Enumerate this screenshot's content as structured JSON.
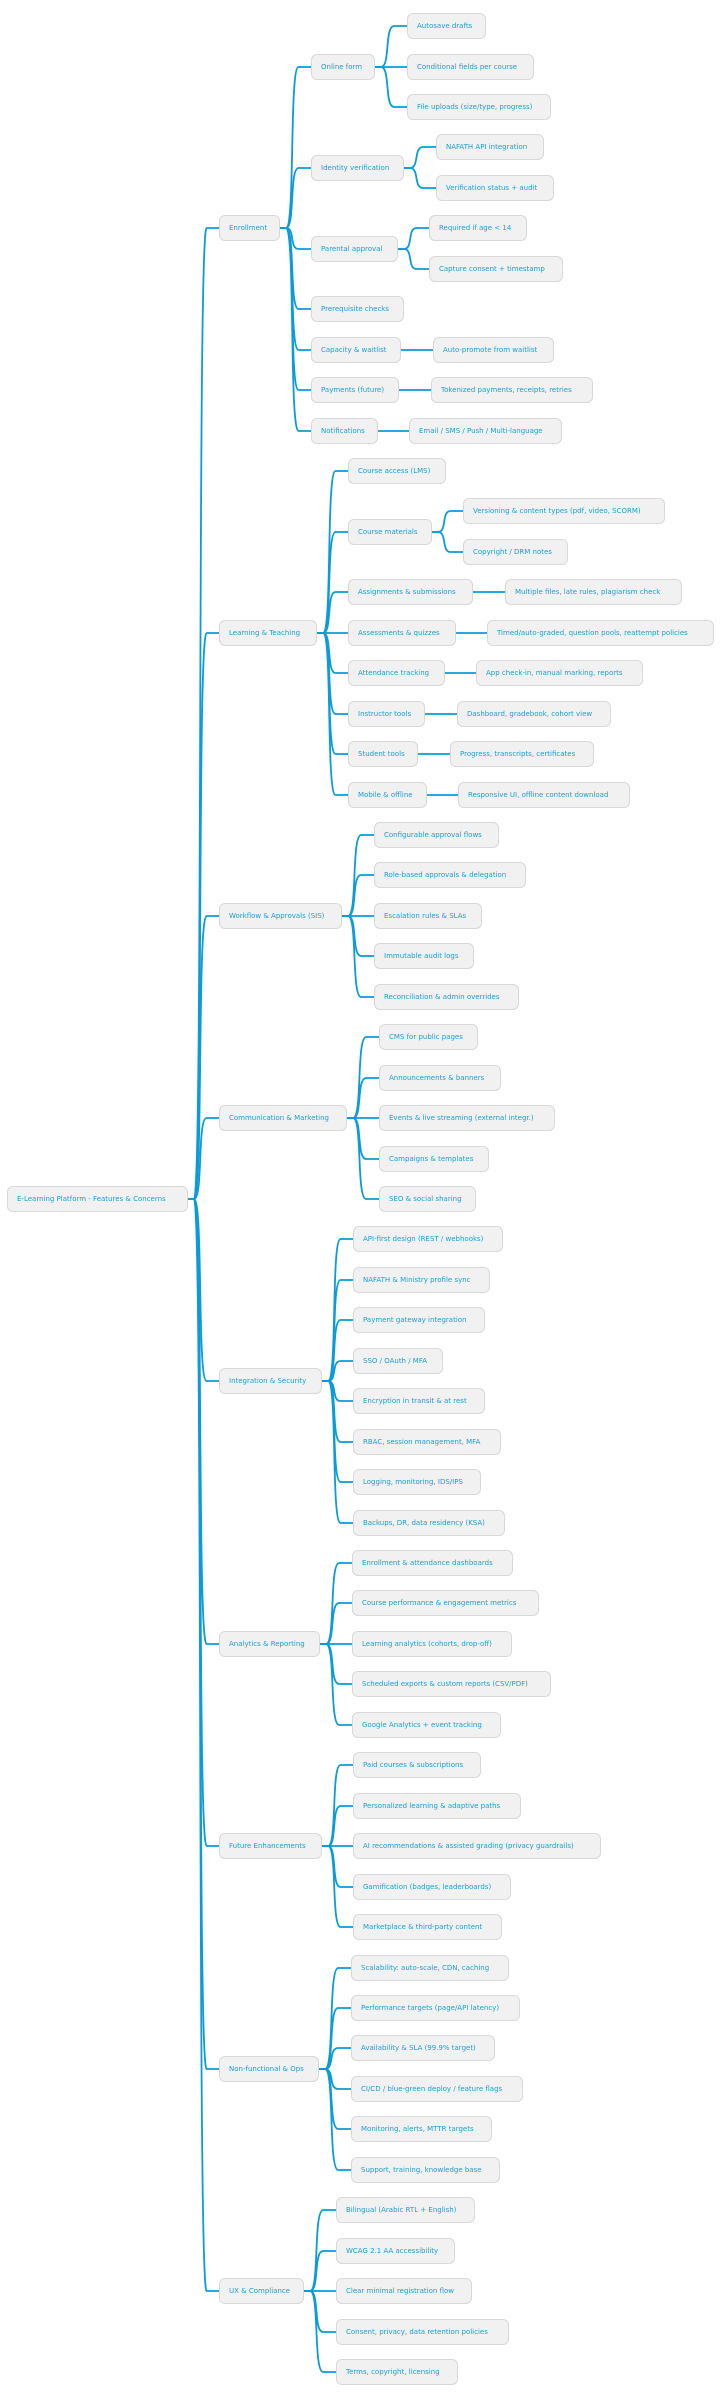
{
  "colors": {
    "link": "#0a9bd8",
    "text": "#1aa0d8",
    "node_bg": "#f1f1f1",
    "node_border": "#d8d8d8"
  },
  "tree": {
    "label": "E-Learning Platform - Features & Concerns",
    "children": [
      {
        "label": "Enrollment",
        "children": [
          {
            "label": "Online form",
            "children": [
              {
                "label": "Autosave drafts"
              },
              {
                "label": "Conditional fields per course"
              },
              {
                "label": "File uploads (size/type, progress)"
              }
            ]
          },
          {
            "label": "Identity verification",
            "children": [
              {
                "label": "NAFATH API integration"
              },
              {
                "label": "Verification status + audit"
              }
            ]
          },
          {
            "label": "Parental approval",
            "children": [
              {
                "label": "Required if age < 14"
              },
              {
                "label": "Capture consent + timestamp"
              }
            ]
          },
          {
            "label": "Prerequisite checks"
          },
          {
            "label": "Capacity & waitlist",
            "children": [
              {
                "label": "Auto-promote from waitlist"
              }
            ]
          },
          {
            "label": "Payments (future)",
            "children": [
              {
                "label": "Tokenized payments, receipts, retries"
              }
            ]
          },
          {
            "label": "Notifications",
            "children": [
              {
                "label": "Email / SMS / Push / Multi-language"
              }
            ]
          }
        ]
      },
      {
        "label": "Learning & Teaching",
        "children": [
          {
            "label": "Course access (LMS)"
          },
          {
            "label": "Course materials",
            "children": [
              {
                "label": "Versioning & content types (pdf, video, SCORM)"
              },
              {
                "label": "Copyright / DRM notes"
              }
            ]
          },
          {
            "label": "Assignments & submissions",
            "children": [
              {
                "label": "Multiple files, late rules, plagiarism check"
              }
            ]
          },
          {
            "label": "Assessments & quizzes",
            "children": [
              {
                "label": "Timed/auto-graded, question pools, reattempt policies"
              }
            ]
          },
          {
            "label": "Attendance tracking",
            "children": [
              {
                "label": "App check-in, manual marking, reports"
              }
            ]
          },
          {
            "label": "Instructor tools",
            "children": [
              {
                "label": "Dashboard, gradebook, cohort view"
              }
            ]
          },
          {
            "label": "Student tools",
            "children": [
              {
                "label": "Progress, transcripts, certificates"
              }
            ]
          },
          {
            "label": "Mobile & offline",
            "children": [
              {
                "label": "Responsive UI, offline content download"
              }
            ]
          }
        ]
      },
      {
        "label": "Workflow & Approvals (SIS)",
        "children": [
          {
            "label": "Configurable approval flows"
          },
          {
            "label": "Role-based approvals & delegation"
          },
          {
            "label": "Escalation rules & SLAs"
          },
          {
            "label": "Immutable audit logs"
          },
          {
            "label": "Reconciliation & admin overrides"
          }
        ]
      },
      {
        "label": "Communication & Marketing",
        "children": [
          {
            "label": "CMS for public pages"
          },
          {
            "label": "Announcements & banners"
          },
          {
            "label": "Events & live streaming (external integr.)"
          },
          {
            "label": "Campaigns & templates"
          },
          {
            "label": "SEO & social sharing"
          }
        ]
      },
      {
        "label": "Integration & Security",
        "children": [
          {
            "label": "API-first design (REST / webhooks)"
          },
          {
            "label": "NAFATH & Ministry profile sync"
          },
          {
            "label": "Payment gateway integration"
          },
          {
            "label": "SSO / OAuth / MFA"
          },
          {
            "label": "Encryption in transit & at rest"
          },
          {
            "label": "RBAC, session management, MFA"
          },
          {
            "label": "Logging, monitoring, IDS/IPS"
          },
          {
            "label": "Backups, DR, data residency (KSA)"
          }
        ]
      },
      {
        "label": "Analytics & Reporting",
        "children": [
          {
            "label": "Enrollment & attendance dashboards"
          },
          {
            "label": "Course performance & engagement metrics"
          },
          {
            "label": "Learning analytics (cohorts, drop-off)"
          },
          {
            "label": "Scheduled exports & custom reports (CSV/PDF)"
          },
          {
            "label": "Google Analytics + event tracking"
          }
        ]
      },
      {
        "label": "Future Enhancements",
        "children": [
          {
            "label": "Paid courses & subscriptions"
          },
          {
            "label": "Personalized learning & adaptive paths"
          },
          {
            "label": "AI recommendations & assisted grading (privacy guardrails)"
          },
          {
            "label": "Gamification (badges, leaderboards)"
          },
          {
            "label": "Marketplace & third-party content"
          }
        ]
      },
      {
        "label": "Non-functional & Ops",
        "children": [
          {
            "label": "Scalability: auto-scale, CDN, caching"
          },
          {
            "label": "Performance targets (page/API latency)"
          },
          {
            "label": "Availability & SLA (99.9% target)"
          },
          {
            "label": "CI/CD / blue-green deploy / feature flags"
          },
          {
            "label": "Monitoring, alerts, MTTR targets"
          },
          {
            "label": "Support, training, knowledge base"
          }
        ]
      },
      {
        "label": "UX & Compliance",
        "children": [
          {
            "label": "Bilingual (Arabic RTL + English)"
          },
          {
            "label": "WCAG 2.1 AA accessibility"
          },
          {
            "label": "Clear minimal registration flow"
          },
          {
            "label": "Consent, privacy, data retention policies"
          },
          {
            "label": "Terms, copyright, licensing"
          }
        ]
      }
    ]
  }
}
